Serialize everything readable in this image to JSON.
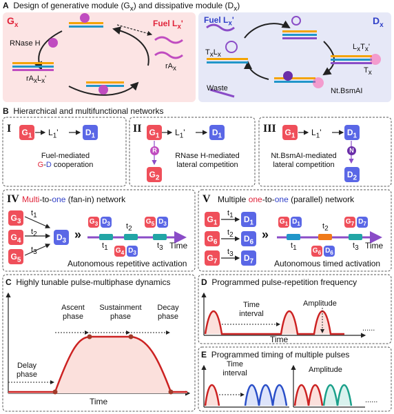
{
  "sections": {
    "A": {
      "letter": "A",
      "title": "Design of generative module (G",
      "title_x": "x",
      "title_mid": ") and dissipative module (D",
      "title_x2": "x",
      "title_end": ")"
    },
    "B": {
      "letter": "B",
      "title": "Hierarchical and multifunctional networks"
    },
    "C": {
      "letter": "C",
      "title": "Highly tunable pulse-multiphase dynamics"
    },
    "D": {
      "letter": "D",
      "title": "Programmed pulse-repetition frequency"
    },
    "E": {
      "letter": "E",
      "title": "Programmed timing of multiple pulses"
    }
  },
  "panelA": {
    "gx": "G",
    "gx_sub": "x",
    "rnaseh": "RNase H",
    "fuel": "Fuel L",
    "fuel_sub": "x",
    "fuel_prime": "'",
    "rax": "rA",
    "rax_sub": "x",
    "raxlx": "rA",
    "raxlx_sub1": "x",
    "raxlx_mid": "L",
    "raxlx_sub2": "x",
    "raxlx_prime": "'",
    "dx": "D",
    "dx_sub": "x",
    "fuel2": "Fuel L",
    "fuel2_sub": "x",
    "fuel2_prime": "'",
    "txlx": "T",
    "txlx_sub1": "x",
    "txlx_mid": "L",
    "txlx_sub2": "x",
    "lxtx": "L",
    "lxtx_sub1": "x",
    "lxtx_mid": "T",
    "lxtx_sub2": "x",
    "lxtx_prime": "'",
    "tx": "T",
    "tx_sub": "x",
    "waste": "Waste",
    "nt": "Nt.BsmAI"
  },
  "panelB": {
    "I": {
      "roman": "I",
      "g": "G",
      "g_sub": "1",
      "l": "L",
      "l_sub": "1",
      "l_prime": "'",
      "d": "D",
      "d_sub": "1",
      "caption1": "Fuel-mediated",
      "caption2_g": "G",
      "caption2_dash": "-",
      "caption2_d": "D",
      "caption2_rest": " cooperation"
    },
    "II": {
      "roman": "II",
      "g1": "G",
      "g1_sub": "1",
      "l": "L",
      "l_sub": "1",
      "l_prime": "'",
      "d": "D",
      "d_sub": "1",
      "g2": "G",
      "g2_sub": "2",
      "r": "R",
      "caption1": "RNase H-mediated",
      "caption2": "lateral competition"
    },
    "III": {
      "roman": "III",
      "g": "G",
      "g_sub": "1",
      "l": "L",
      "l_sub": "1",
      "l_prime": "'",
      "d1": "D",
      "d1_sub": "1",
      "d2": "D",
      "d2_sub": "2",
      "n": "N",
      "caption1": "Nt.BsmAI-mediated",
      "caption2": "lateral competition"
    },
    "IV": {
      "roman": "IV",
      "title_multi": "Multi",
      "title_to": "-to-",
      "title_one": "one",
      "title_rest": " (fan-in) network",
      "inputs": [
        {
          "g": "G",
          "sub": "3",
          "t": "t",
          "tsub": "1"
        },
        {
          "g": "G",
          "sub": "4",
          "t": "t",
          "tsub": "2"
        },
        {
          "g": "G",
          "sub": "5",
          "t": "t",
          "tsub": "3"
        }
      ],
      "d": "D",
      "d_sub": "3",
      "pairs": [
        {
          "g": "G",
          "gs": "3",
          "d": "D",
          "ds": "3"
        },
        {
          "g": "G",
          "gs": "4",
          "d": "D",
          "ds": "3"
        },
        {
          "g": "G",
          "gs": "5",
          "d": "D",
          "ds": "3"
        }
      ],
      "times": [
        {
          "t": "t",
          "s": "1"
        },
        {
          "t": "t",
          "s": "2"
        },
        {
          "t": "t",
          "s": "3"
        }
      ],
      "axis": "Time",
      "caption": "Autonomous repetitive activation",
      "chev": "»"
    },
    "V": {
      "roman": "V",
      "title_pre": "Multiple ",
      "title_one": "one",
      "title_to": "-to-",
      "title_one2": "one",
      "title_rest": " (parallel) network",
      "rows": [
        {
          "g": "G",
          "gs": "1",
          "t": "t",
          "ts": "1",
          "d": "D",
          "ds": "1"
        },
        {
          "g": "G",
          "gs": "6",
          "t": "t",
          "ts": "2",
          "d": "D",
          "ds": "6"
        },
        {
          "g": "G",
          "gs": "7",
          "t": "t",
          "ts": "3",
          "d": "D",
          "ds": "7"
        }
      ],
      "pairs": [
        {
          "g": "G",
          "gs": "1",
          "d": "D",
          "ds": "1"
        },
        {
          "g": "G",
          "gs": "6",
          "d": "D",
          "ds": "6"
        },
        {
          "g": "G",
          "gs": "7",
          "d": "D",
          "ds": "7"
        }
      ],
      "times": [
        {
          "t": "t",
          "s": "1"
        },
        {
          "t": "t",
          "s": "2"
        },
        {
          "t": "t",
          "s": "3"
        }
      ],
      "axis": "Time",
      "caption": "Autonomous timed activation",
      "chev": "»"
    }
  },
  "panelC": {
    "ascent": "Ascent",
    "ascent2": "phase",
    "sustain": "Sustainment",
    "sustain2": "phase",
    "decay": "Decay",
    "decay2": "phase",
    "delay": "Delay",
    "delay2": "phase",
    "axis": "Time"
  },
  "panelD": {
    "interval1": "Time",
    "interval2": "interval",
    "amplitude": "Amplitude",
    "axis": "Time",
    "dots": "......"
  },
  "panelE": {
    "interval1": "Time",
    "interval2": "interval",
    "amplitude": "Amplitude",
    "dots": "......"
  },
  "colors": {
    "g": "#ef4f5a",
    "d": "#5a67e6",
    "red": "#d62828",
    "purple": "#8a4cc7"
  }
}
